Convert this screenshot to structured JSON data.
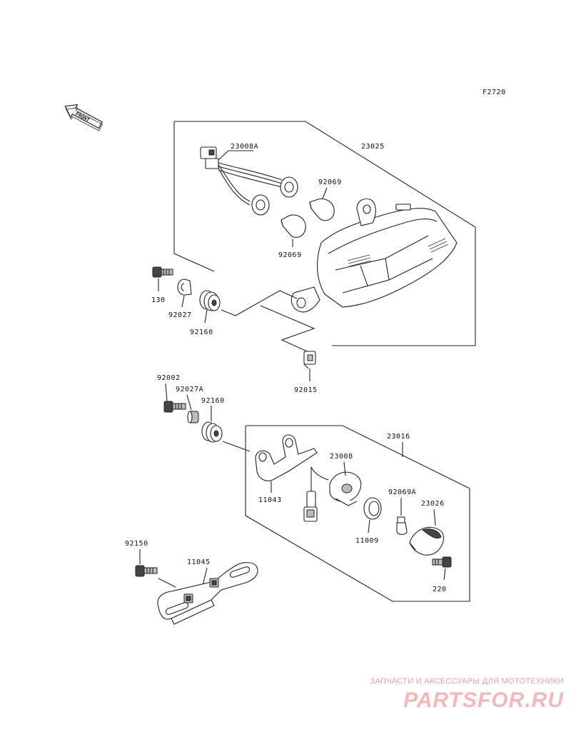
{
  "figure_code": "F2720",
  "front_arrow": "FRONT",
  "parts": {
    "p23008a": "23008A",
    "p23025": "23025",
    "p92069_top": "92069",
    "p92069_bot": "92069",
    "p130": "130",
    "p92027": "92027",
    "p92160_top": "92160",
    "p92015": "92015",
    "p92002": "92002",
    "p92027a": "92027A",
    "p92160_mid": "92160",
    "p23016": "23016",
    "p23008": "23008",
    "p11043": "11043",
    "p92069a": "92069A",
    "p23026": "23026",
    "p11009": "11009",
    "p220": "220",
    "p92150": "92150",
    "p11045": "11045"
  },
  "watermark": {
    "tagline": "ЗАПЧАСТИ И АКСЕССУАРЫ ДЛЯ МОТОТЕХНИКИ",
    "logo": "PARTSFOR.RU"
  },
  "colors": {
    "ink": "#222222",
    "watermark": "#f2b8bc"
  }
}
